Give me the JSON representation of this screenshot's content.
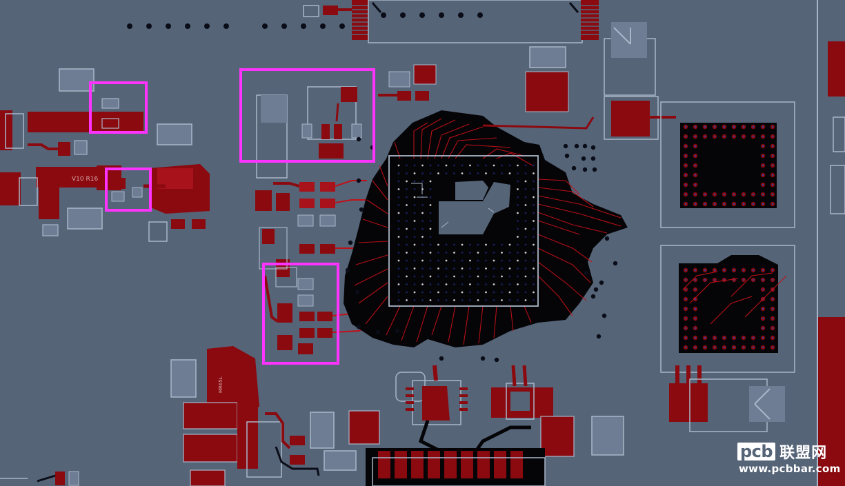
{
  "colors": {
    "board": "#566478",
    "copper": "#8a0a10",
    "copper_light": "#b0161e",
    "trace": "#c01018",
    "keepout": "#050507",
    "silkscreen": "#aab6c8",
    "pad": "#8798b0",
    "highlight": "#ff33ff",
    "via": "#1a2060"
  },
  "labels": {
    "component_ref": "V10 R16"
  },
  "watermark": {
    "logo_text": "pcb",
    "brand_cn": "联盟网",
    "url": "www.pcbbar.com"
  }
}
